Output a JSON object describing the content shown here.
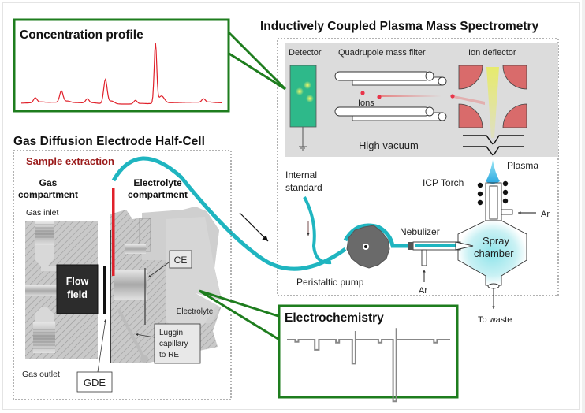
{
  "titles": {
    "icpms": "Inductively Coupled Plasma Mass Spectrometry",
    "gde_cell": "Gas Diffusion Electrode Half-Cell",
    "concentration_profile": "Concentration profile",
    "electrochemistry": "Electrochemistry",
    "sample_extraction": "Sample extraction"
  },
  "icpms_labels": {
    "detector": "Detector",
    "quadrupole": "Quadrupole mass filter",
    "ion_deflector": "Ion deflector",
    "ions": "Ions",
    "high_vacuum": "High vacuum",
    "plasma": "Plasma",
    "icp_torch": "ICP Torch",
    "ar_torch": "Ar",
    "nebulizer": "Nebulizer",
    "spray_line1": "Spray",
    "spray_line2": "chamber",
    "ar_nebulizer": "Ar",
    "to_waste": "To waste",
    "internal_standard_line1": "Internal",
    "internal_standard_line2": "standard",
    "peristaltic_pump": "Peristaltic pump"
  },
  "gde_labels": {
    "gas_line1": "Gas",
    "gas_line2": "compartment",
    "electrolyte_line1": "Electrolyte",
    "electrolyte_line2": "compartment",
    "gas_inlet": "Gas inlet",
    "gas_outlet": "Gas outlet",
    "flow_line1": "Flow",
    "flow_line2": "field",
    "ce": "CE",
    "electrolyte": "Electrolyte",
    "luggin_line1": "Luggin",
    "luggin_line2": "capillary",
    "luggin_line3": "to RE",
    "gde": "GDE"
  },
  "colors": {
    "callout_green": "#1e7d1e",
    "tube_teal": "#1fb5c0",
    "trace_red": "#e0202a",
    "title_red": "#9b1c1c",
    "detector_green": "#2eb98a",
    "deflector_red": "#d96b6b",
    "trace_gray": "#888888",
    "vacuum_bg": "#dcdcdc"
  },
  "chart_data": [
    {
      "type": "line",
      "title": "Concentration profile",
      "xlabel": "",
      "ylabel": "",
      "description": "ICP-MS dissolution signal vs. time; peaks coincide with electrochemical steps",
      "peaks": [
        {
          "position": 0.07,
          "height": 0.08
        },
        {
          "position": 0.2,
          "height": 0.19
        },
        {
          "position": 0.33,
          "height": 0.07
        },
        {
          "position": 0.42,
          "height": 0.4
        },
        {
          "position": 0.57,
          "height": 0.06
        },
        {
          "position": 0.67,
          "height": 1.0
        },
        {
          "position": 0.91,
          "height": 0.06
        }
      ],
      "baseline": 0.03,
      "color": "#e0202a"
    },
    {
      "type": "line",
      "title": "Electrochemistry",
      "xlabel": "",
      "ylabel": "",
      "description": "Applied potential/current steps (step profile); dips coincide with dissolution peaks",
      "steps": [
        {
          "position": 0.05,
          "width": 0.02,
          "depth": 0.03
        },
        {
          "position": 0.17,
          "width": 0.025,
          "depth": 0.14
        },
        {
          "position": 0.3,
          "width": 0.02,
          "depth": 0.04
        },
        {
          "position": 0.4,
          "width": 0.02,
          "depth": 0.33,
          "spike_up": 0.12
        },
        {
          "position": 0.56,
          "width": 0.02,
          "depth": 0.04
        },
        {
          "position": 0.65,
          "width": 0.02,
          "depth": 0.85,
          "spike_up": 0.16
        },
        {
          "position": 0.9,
          "width": 0.02,
          "depth": 0.04
        }
      ],
      "color": "#888888"
    }
  ]
}
